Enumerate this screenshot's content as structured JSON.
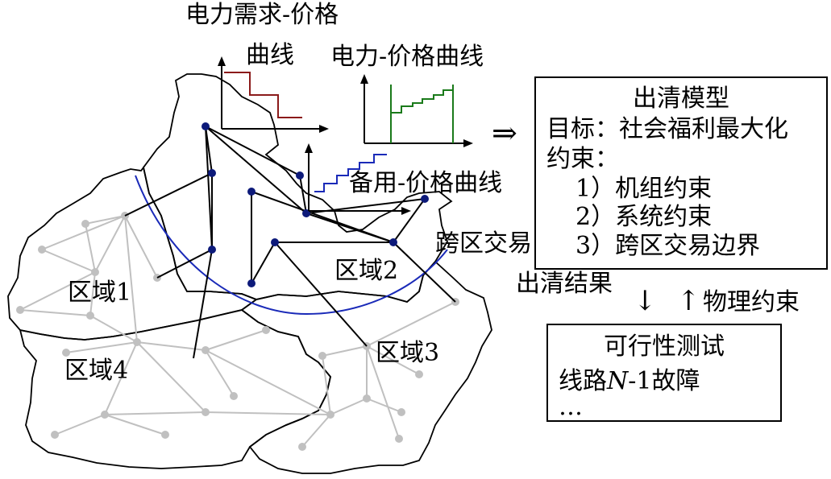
{
  "labels": {
    "demand_curve_line1": "电力需求-价格",
    "demand_curve_line2": "曲线",
    "supply_curve": "电力-价格曲线",
    "reserve_curve": "备用-价格曲线",
    "region1": "区域1",
    "region2": "区域2",
    "region3": "区域3",
    "region4": "区域4",
    "cross_region": "跨区交易",
    "clearing_result": "出清结果",
    "physical_constraint": "物理约束",
    "double_arrow": "⇒",
    "down_arrow": "↓",
    "up_arrow": "↑"
  },
  "model_box": {
    "title": "出清模型",
    "objective": "目标：社会福利最大化",
    "constraints_label": "约束：",
    "items": [
      "1）机组约束",
      "2）系统约束",
      "3）跨区交易边界"
    ]
  },
  "test_box": {
    "title": "可行性测试",
    "line_prefix": "线路",
    "line_italic": "N",
    "line_suffix": "-1故障",
    "ellipsis": "…"
  },
  "colors": {
    "demand_curve": "#8b1a1a",
    "supply_curve": "#1a7a1a",
    "reserve_curve": "#1a2ab8",
    "boundary_arc": "#1a2ab8",
    "network_node": "#0d1a7a",
    "regional_grid": "#c0c0c0"
  }
}
